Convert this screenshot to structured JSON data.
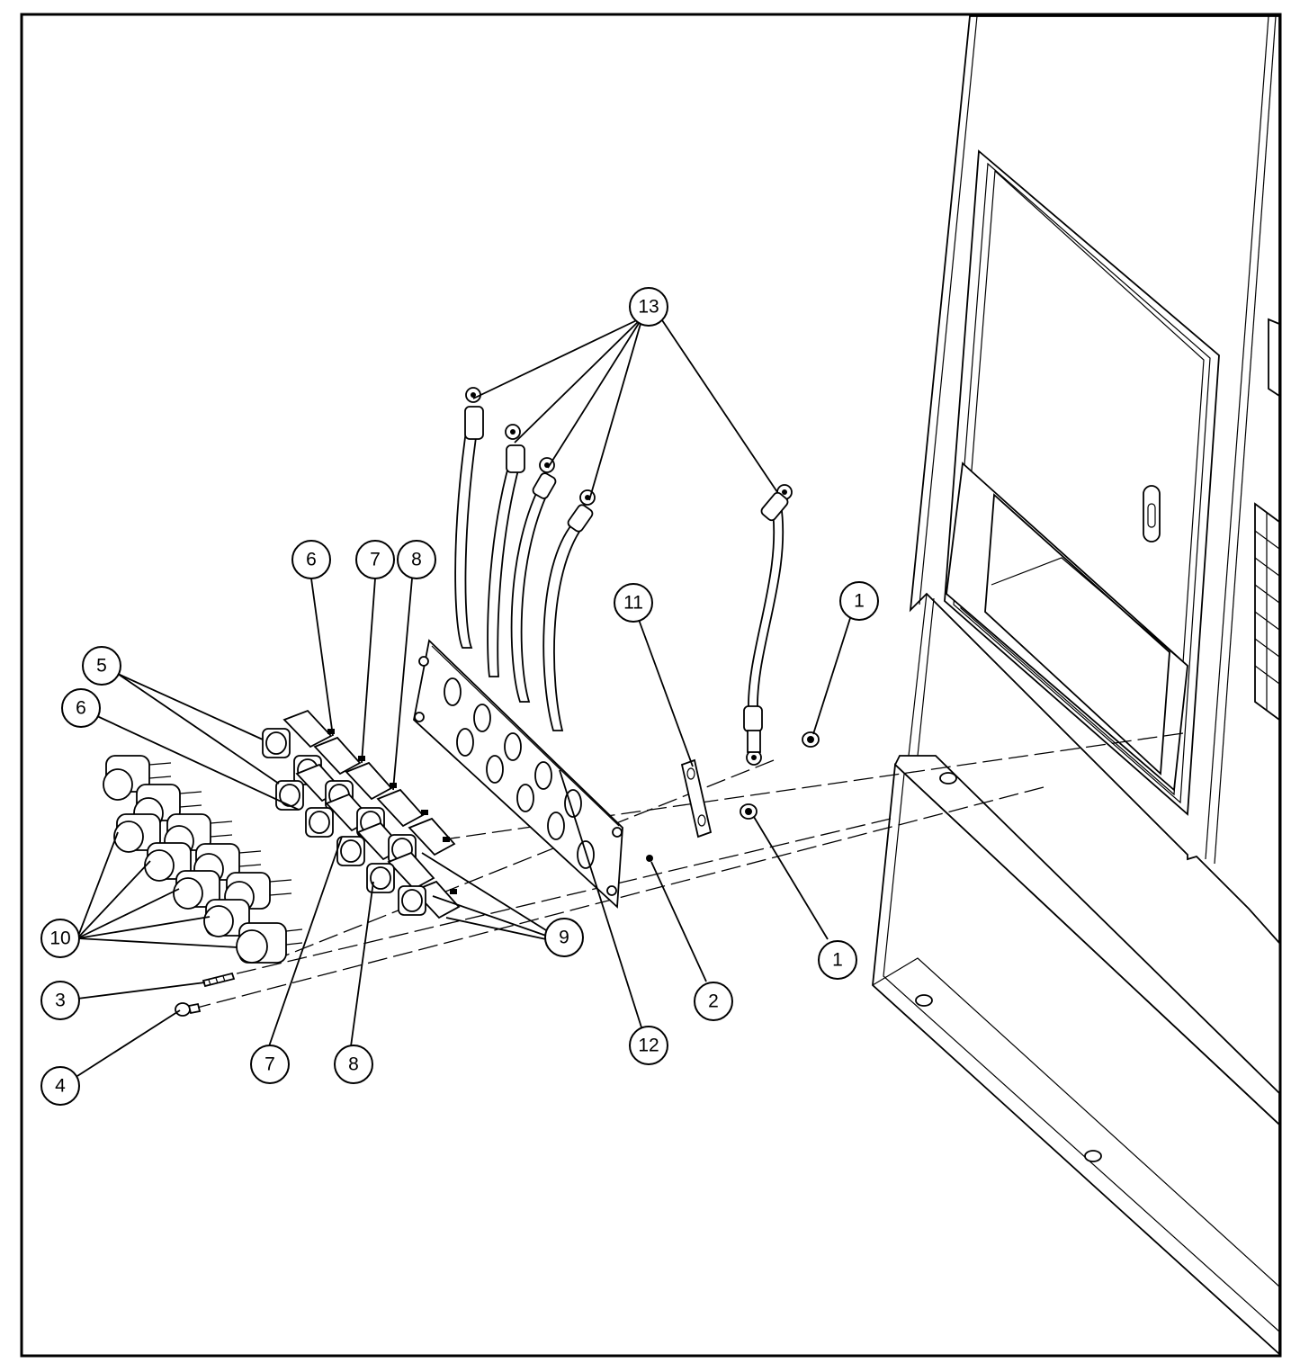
{
  "callouts": {
    "c1a": "1",
    "c1b": "1",
    "c2": "2",
    "c3": "3",
    "c4": "4",
    "c5": "5",
    "c6a": "6",
    "c6b": "6",
    "c7a": "7",
    "c7b": "7",
    "c8a": "8",
    "c8b": "8",
    "c9": "9",
    "c10": "10",
    "c11": "11",
    "c12": "12",
    "c13": "13"
  },
  "colors": {
    "line": "#000000",
    "paper": "#ffffff"
  }
}
